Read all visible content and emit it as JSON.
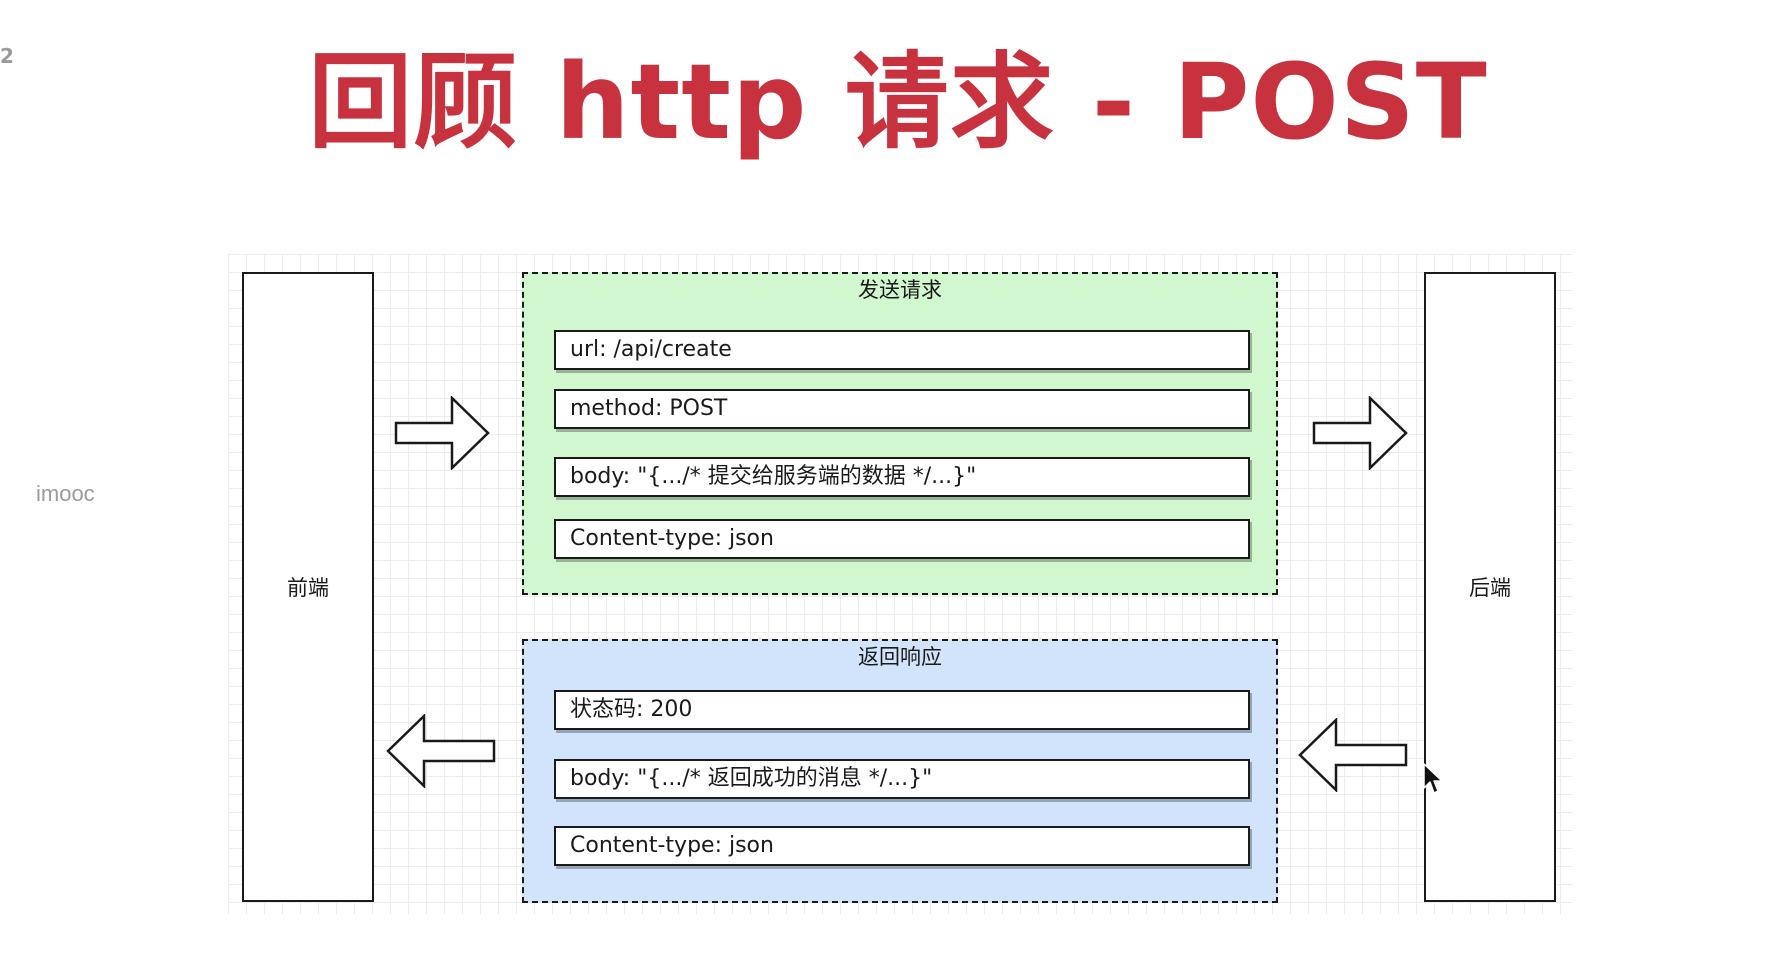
{
  "slide": {
    "page_number": "2",
    "title": "回顾 http 请求 - POST",
    "watermark": "imooc"
  },
  "diagram": {
    "frontend_label": "前端",
    "backend_label": "后端",
    "request": {
      "label": "发送请求",
      "fields": [
        "url: /api/create",
        "method: POST",
        "body: \"{.../* 提交给服务端的数据 */...}\"",
        "Content-type: json"
      ]
    },
    "response": {
      "label": "返回响应",
      "fields": [
        "状态码: 200",
        "body: \"{.../* 返回成功的消息 */...}\"",
        "Content-type: json"
      ]
    }
  },
  "colors": {
    "title": "#c8323f",
    "request_fill": "#d1f7cf",
    "response_fill": "#d2e4fc",
    "stroke": "#1a1a1a"
  },
  "icons": [
    "arrow-right-icon",
    "arrow-left-icon",
    "mouse-cursor-icon"
  ]
}
